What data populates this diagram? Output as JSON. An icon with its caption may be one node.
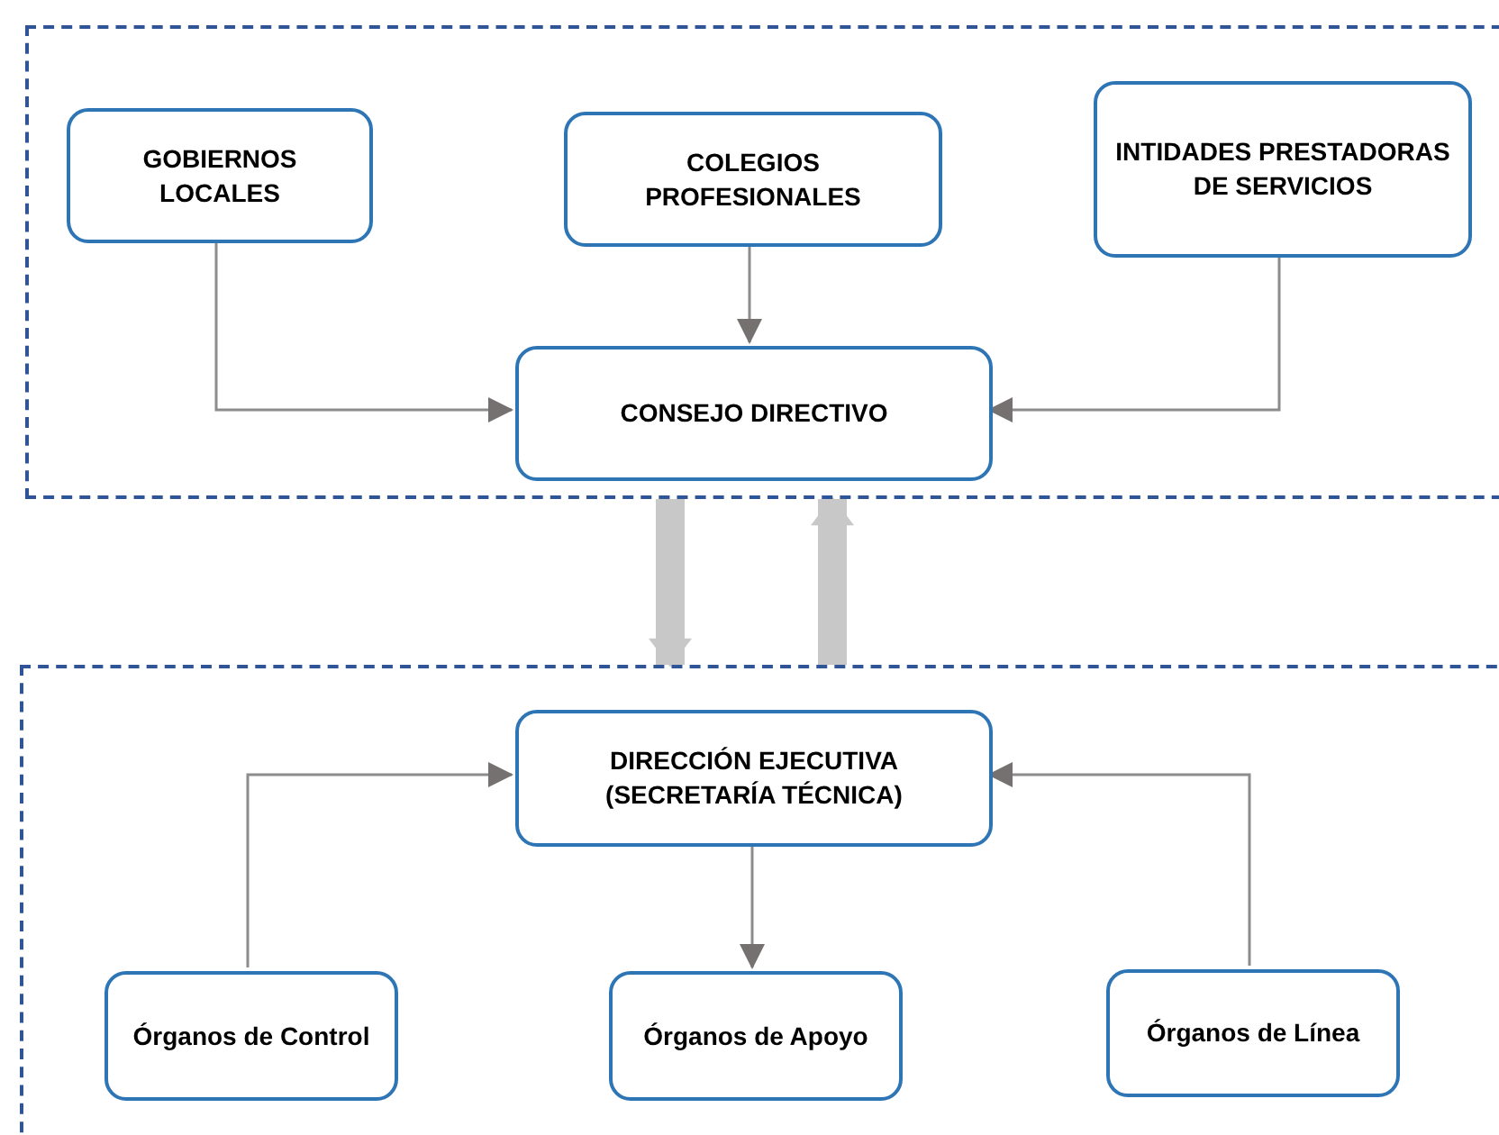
{
  "diagram": {
    "nodes": [
      {
        "text": [],
        "shape": "box"
      },
      {
        "text": [
          "GOBIERNOS LOCALES"
        ],
        "in": 0
      },
      {
        "text": [
          "COLEGIOS PROFESIONALES"
        ],
        "in": 0
      },
      {
        "text": [
          "INTIDADES PRESTADORAS DE SERVICIOS"
        ],
        "in": 0
      },
      {
        "text": [
          "CONSEJO DIRECTIVO"
        ],
        "in": 0
      },
      {
        "text": [],
        "shape": "box"
      },
      {
        "text": [
          "DIRECCIÓN EJECUTIVA (SECRETARÍA TÉCNICA)"
        ],
        "in": 5
      },
      {
        "text": [
          "Órganos de Control"
        ],
        "in": 5
      },
      {
        "text": [
          "Órganos de Apoyo"
        ],
        "in": 5
      },
      {
        "text": [
          "Órganos de Línea"
        ],
        "in": 5
      }
    ],
    "edges": [
      {
        "from": 1,
        "to": 4,
        "arrow": "to"
      },
      {
        "from": 2,
        "to": 4,
        "arrow": "to"
      },
      {
        "from": 3,
        "to": 4,
        "arrow": "to"
      },
      {
        "from": 0,
        "to": 5,
        "arrow": "to",
        "style": "thick",
        "color": "#c8c8c8"
      },
      {
        "from": 5,
        "to": 0,
        "arrow": "to",
        "style": "thick",
        "color": "#c8c8c8"
      },
      {
        "from": 7,
        "to": 6,
        "arrow": "to"
      },
      {
        "from": 6,
        "to": 8,
        "arrow": "to"
      },
      {
        "from": 9,
        "to": 6,
        "arrow": "to"
      }
    ]
  }
}
